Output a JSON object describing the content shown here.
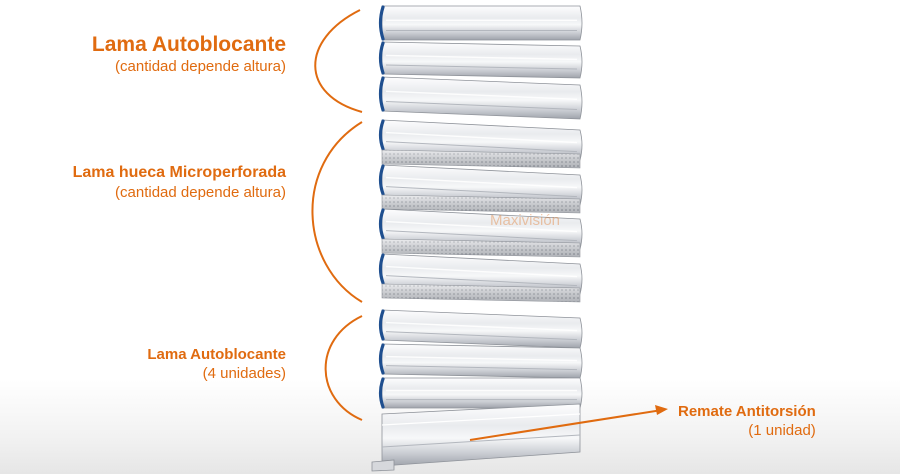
{
  "labels": {
    "top": {
      "title": "Lama Autoblocante",
      "subtitle": "(cantidad depende altura)"
    },
    "middle": {
      "title": "Lama hueca Microperforada",
      "subtitle": "(cantidad depende altura)"
    },
    "bottom": {
      "title": "Lama Autoblocante",
      "subtitle": "(4 unidades)"
    },
    "end": {
      "title": "Remate Antitorsión",
      "subtitle": "(1 unidad)"
    }
  },
  "watermark": "Maxivisión",
  "colors": {
    "accent": "#e06b10",
    "slat_light": "#f4f5f7",
    "slat_shadow": "#b9bdc4",
    "clip_blue": "#1f4f8f"
  }
}
